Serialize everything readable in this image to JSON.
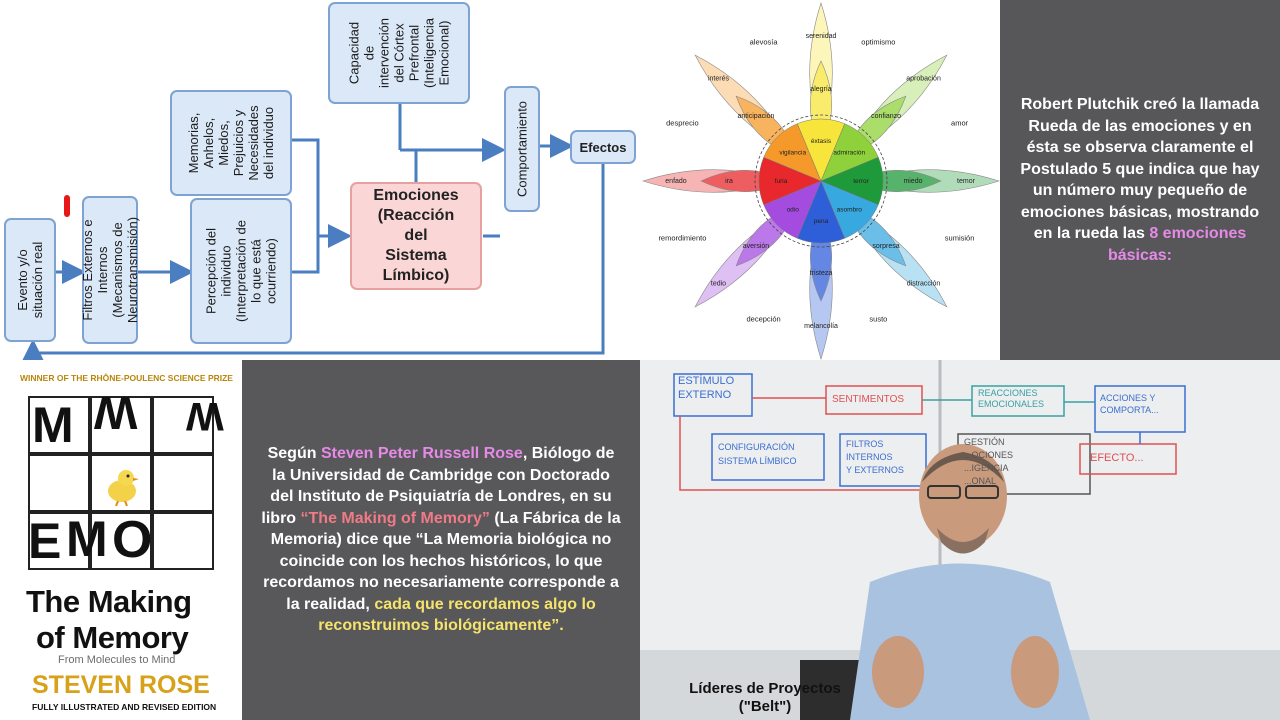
{
  "diagram": {
    "boxes": {
      "evento": "Evento y/o\nsituación real",
      "filtros": "Filtros Externos e\nInternos\n(Mecanismos de\nNeurotransmisión)",
      "percepcion": "Percepción del\nindividuo\n(Interpretación de\nlo que está\nocurriendo)",
      "memorias": "Memorias,\nAnhelos,\nMiedos,\nPrejuicios y\nNecesidades\ndel individuo",
      "capacidad": "Capacidad\nde\nintervención\ndel Córtex\nPrefrontal\n(Inteligencia\nEmocional)",
      "emociones": "Emociones\n(Reacción\ndel\nSistema\nLímbico)",
      "comportamiento": "Comportamiento",
      "efectos": "Efectos"
    },
    "colors": {
      "box_fill": "#dbe8f7",
      "box_border": "#7ea3d3",
      "arrow": "#4a7ec0",
      "emociones_fill": "#fbd6d6",
      "marker": "#e8181a"
    }
  },
  "wheel": {
    "outer_labels": [
      "optimismo",
      "amor",
      "sumisión",
      "susto",
      "decepción",
      "remordimiento",
      "desprecio",
      "alevosía"
    ],
    "outer_petals": [
      "serenidad",
      "aprobación",
      "temor",
      "distracción",
      "melancolía",
      "tedio",
      "enfado",
      "interés"
    ],
    "middle_petals": [
      "alegría",
      "confianzo",
      "miedo",
      "sorpresa",
      "tristeza",
      "aversión",
      "ira",
      "anticipación"
    ],
    "inner_petals": [
      "éxtasis",
      "admiración",
      "terror",
      "asombro",
      "pena",
      "odio",
      "furia",
      "vigilancia"
    ],
    "colors": [
      "#f7e53b",
      "#8fd13a",
      "#1f9a3a",
      "#38a8e0",
      "#2f5fd8",
      "#a44be0",
      "#e8282c",
      "#f59a2a"
    ]
  },
  "plutchik": {
    "text_main": "Robert Plutchik creó la llamada Rueda de las emociones y en ésta se observa claramente el Postulado 5 que indica que hay un número muy pequeño de emociones básicas, mostrando en la rueda las ",
    "text_highlight": "8 emociones básicas:"
  },
  "book": {
    "prize": "WINNER OF THE RHÔNE-POULENC SCIENCE PRIZE",
    "title_line1": "The Making",
    "title_line2": "of Memory",
    "subtitle": "From Molecules to Mind",
    "author": "STEVEN ROSE",
    "edition": "FULLY ILLUSTRATED AND REVISED EDITION",
    "grid_letters": [
      "M",
      "W",
      "W",
      "E",
      "M",
      "O"
    ]
  },
  "rose": {
    "t1": "Según ",
    "name": "Steven Peter Russell Rose",
    "t2": ", Biólogo de la Universidad de Cambridge con Doctorado del Instituto de Psiquiatría de Londres, en su libro ",
    "book_title": "“The Making of Memory”",
    "t3": " (La Fábrica de la Memoria) dice que “La Memoria biológica no coincide con los hechos históricos, lo que recordamos no necesariamente corresponde a la realidad, ",
    "highlight": "cada que recordamos algo lo reconstruimos",
    "t4": " biológicamente”."
  },
  "video": {
    "caption_line1": "Líderes de Proyectos",
    "caption_line2": "(\"Belt\")",
    "board": {
      "estimulo": "ESTÍMULO\nEXTERNO",
      "sentimientos": "SENTIMENTOS",
      "reacciones": "REACCIONES\nEMOCIONALES",
      "acciones": "ACCIONES Y\nCOMPORTA...",
      "configuracion": "CONFIGURACIÓN\nSISTEMA LÍMBICO",
      "filtros": "FILTROS\nINTERNOS\nY EXTERNOS",
      "gestion": "GESTIÓN\n...OCIONES\n...IGENCIA\n...ONAL",
      "efectos": "EFECTO..."
    }
  }
}
